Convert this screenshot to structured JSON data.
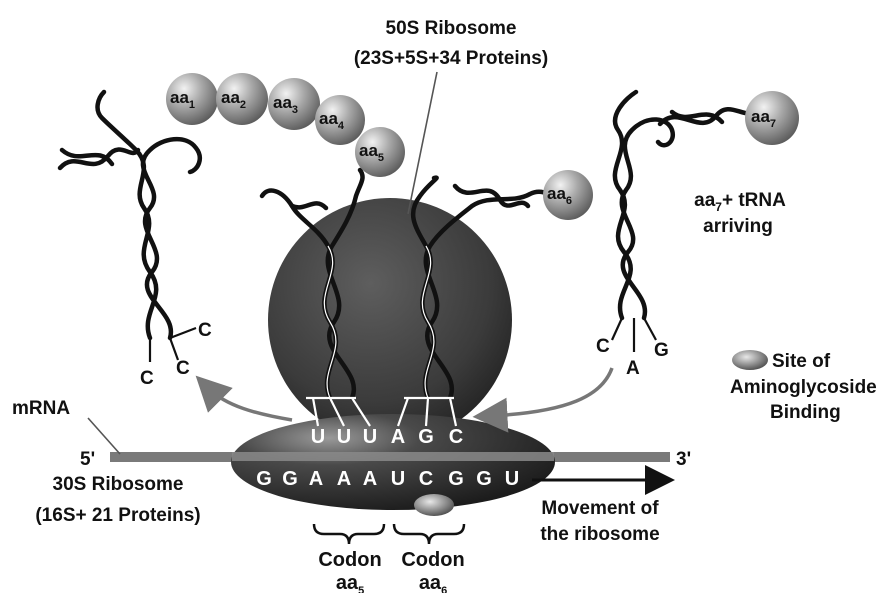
{
  "large_subunit": {
    "title": "50S Ribosome",
    "composition": "(23S+5S+34 Proteins)"
  },
  "small_subunit": {
    "title": "30S Ribosome",
    "composition": "(16S+ 21 Proteins)"
  },
  "mrna": {
    "label": "mRNA",
    "five_prime": "5'",
    "three_prime": "3'",
    "bottom_bases": [
      "G",
      "G",
      "A",
      "A",
      "A",
      "U",
      "C",
      "G",
      "G",
      "U"
    ],
    "top_bases": [
      "U",
      "U",
      "U",
      "A",
      "G",
      "C"
    ]
  },
  "amino_acids": [
    {
      "base": "aa",
      "sub": "1"
    },
    {
      "base": "aa",
      "sub": "2"
    },
    {
      "base": "aa",
      "sub": "3"
    },
    {
      "base": "aa",
      "sub": "4"
    },
    {
      "base": "aa",
      "sub": "5"
    },
    {
      "base": "aa",
      "sub": "6"
    },
    {
      "base": "aa",
      "sub": "7"
    }
  ],
  "arriving": {
    "line1_base": "aa",
    "line1_sub": "7",
    "line1_rest": "+ tRNA",
    "line2": "arriving"
  },
  "departing_trna_bases": [
    "C",
    "C",
    "C"
  ],
  "arriving_anticodon": [
    "C",
    "A",
    "G"
  ],
  "site_legend": {
    "line1": "Site of",
    "line2": "Aminoglycoside",
    "line3": "Binding"
  },
  "movement": {
    "line1": "Movement of",
    "line2": "the ribosome"
  },
  "codons": [
    {
      "label": "Codon",
      "aa_base": "aa",
      "aa_sub": "5"
    },
    {
      "label": "Codon",
      "aa_base": "aa",
      "aa_sub": "6"
    }
  ]
}
